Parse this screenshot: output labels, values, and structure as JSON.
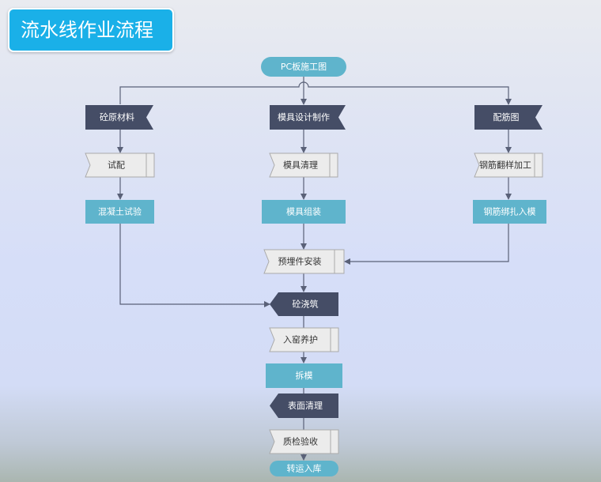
{
  "title": "流水线作业流程",
  "colors": {
    "dark": "#454d66",
    "teal": "#5fb4cc",
    "light": "#ececec",
    "title": "#1ab0e8"
  },
  "nodes": {
    "start": "PC板施工图",
    "col1": [
      "砼原材料",
      "试配",
      "混凝土试验"
    ],
    "col2": [
      "模具设计制作",
      "模具清理",
      "模具组装"
    ],
    "col3": [
      "配筋图",
      "钢筋翻样加工",
      "钢筋绑扎入模"
    ],
    "main": [
      "预埋件安装",
      "砼浇筑",
      "入窑养护",
      "拆模",
      "表面清理",
      "质检验收"
    ],
    "end": "转运入库"
  }
}
